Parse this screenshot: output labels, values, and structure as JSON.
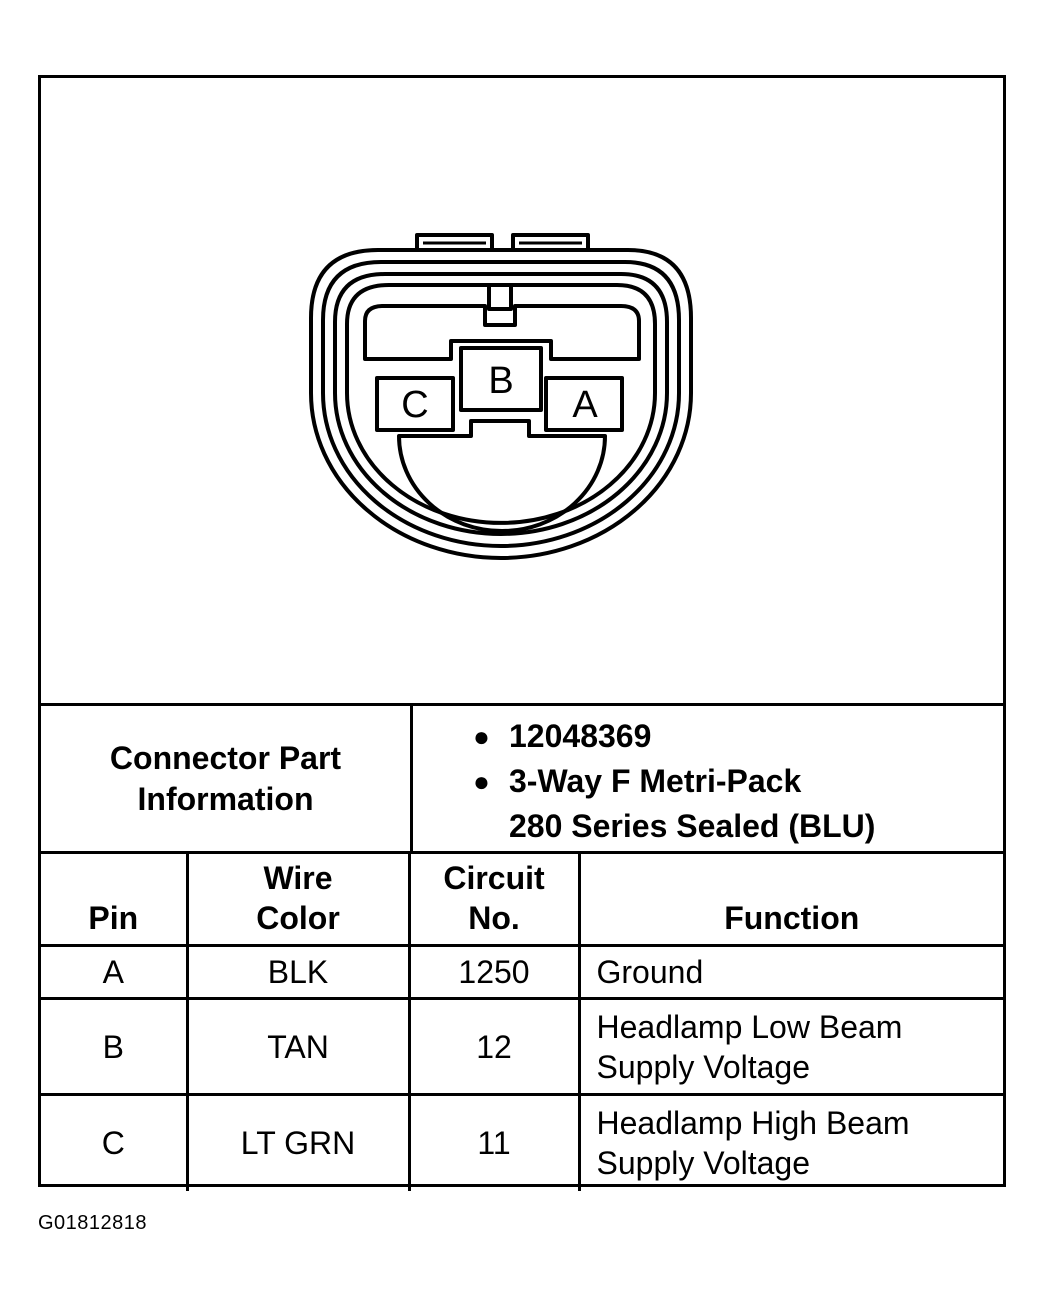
{
  "connector": {
    "cavities": [
      {
        "label": "C"
      },
      {
        "label": "B"
      },
      {
        "label": "A"
      }
    ]
  },
  "part_info": {
    "label_line1": "Connector Part",
    "label_line2": "Information",
    "bullets": [
      "12048369",
      "3-Way F Metri-Pack\n280 Series Sealed (BLU)"
    ]
  },
  "pin_table": {
    "headers": [
      "Pin",
      "Wire\nColor",
      "Circuit\nNo.",
      "Function"
    ],
    "rows": [
      {
        "pin": "A",
        "wire_color": "BLK",
        "circuit": "1250",
        "function": "Ground"
      },
      {
        "pin": "B",
        "wire_color": "TAN",
        "circuit": "12",
        "function": "Headlamp Low Beam\nSupply Voltage"
      },
      {
        "pin": "C",
        "wire_color": "LT GRN",
        "circuit": "11",
        "function": "Headlamp High Beam\nSupply Voltage"
      }
    ]
  },
  "figure_id": "G01812818"
}
